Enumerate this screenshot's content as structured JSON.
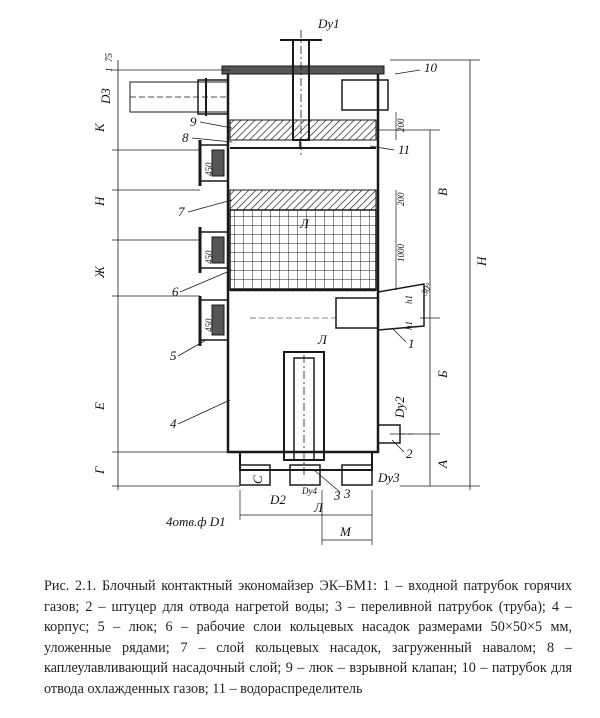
{
  "figure": {
    "dimension_labels": {
      "du1": "Dy1",
      "du2": "Dy2",
      "du3": "Dy3",
      "du4": "Dy4",
      "d3": "D3",
      "d2": "D2",
      "k": "К",
      "n": "Н",
      "zh": "Ж",
      "e": "Е",
      "g": "Г",
      "v": "В",
      "h": "Н",
      "b": "Б",
      "a": "А",
      "l_top": "Л",
      "l_mid": "Л",
      "l_bottom": "Л",
      "m": "М",
      "s": "С",
      "three": "3",
      "v1": "1",
      "v75": "75",
      "d200a": "200",
      "d200b": "200",
      "d1000": "1000",
      "h1": "h1",
      "h1num": "h1",
      "angle": "30°",
      "o450a": "450",
      "o450b": "450",
      "o450c": "450",
      "holes": "4отв.ф D1"
    },
    "part_numbers": {
      "p1": "1",
      "p2": "2",
      "p3": "3",
      "p4": "4",
      "p5": "5",
      "p6": "6",
      "p7": "7",
      "p8": "8",
      "p9": "9",
      "p10": "10",
      "p11": "11"
    }
  },
  "caption": "Рис. 2.1. Блочный контактный экономайзер ЭК–БМ1: 1 – входной патрубок горячих газов; 2 – штуцер для отвода нагретой воды; 3 – переливной патрубок (труба); 4 – корпус; 5 – люк; 6 – рабочие слои кольцевых насадок размерами 50×50×5 мм, уложенные рядами; 7 – слой кольцевых насадок, загруженный навалом; 8 – каплеулавливающий насадочный слой; 9 – люк – взрывной клапан; 10 – патрубок для отвода охлажденных газов; 11 – водораспределитель"
}
